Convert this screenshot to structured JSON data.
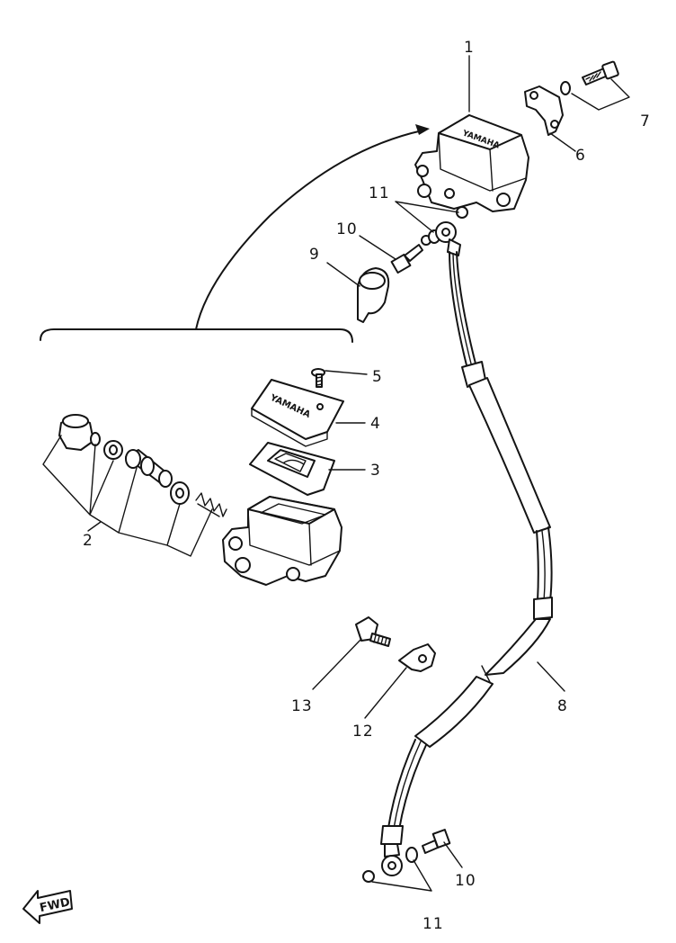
{
  "callouts": {
    "c1": "1",
    "c2": "2",
    "c3": "3",
    "c4": "4",
    "c5": "5",
    "c6": "6",
    "c7": "7",
    "c8": "8",
    "c9": "9",
    "c10_top": "10",
    "c10_bottom": "10",
    "c11_top": "11",
    "c11_bottom": "11",
    "c12": "12",
    "c13": "13"
  },
  "fwd_marker": "FWD",
  "colors": {
    "ink": "#141414",
    "paper": "#ffffff"
  }
}
